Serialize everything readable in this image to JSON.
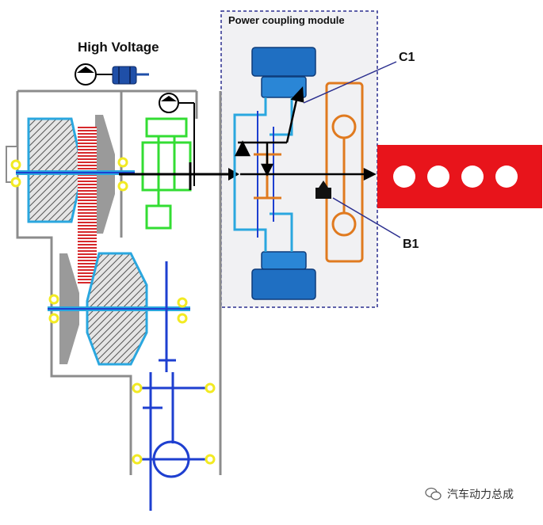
{
  "labels": {
    "module_title": "Power coupling module",
    "high_voltage": "High Voltage",
    "clutch": "C1",
    "brake": "B1"
  },
  "watermark": {
    "text": "汽车动力总成",
    "icon": "wechat-icon"
  },
  "colors": {
    "housing": "#8c8c8c",
    "module_border": "#2b2f8f",
    "module_fill": "#f1f1f3",
    "output_shaft": "#e8141b",
    "planetary": "#e07a1f",
    "motor": "#1f6fc2",
    "cyan_shaft": "#2aa7df",
    "pump_gear": "#33dd33",
    "pulley": "#9a9a9a",
    "belt": "#d6282b",
    "dark_arrow": "#000000",
    "output_blue": "#1e3fd0",
    "clamp": "#f2ea22"
  }
}
